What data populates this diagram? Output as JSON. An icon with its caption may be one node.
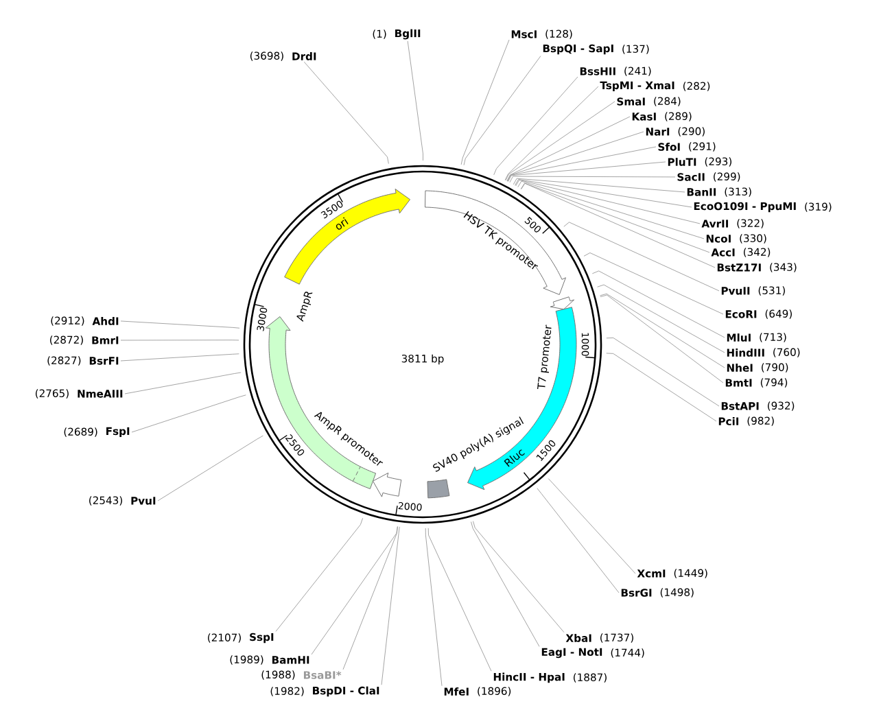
{
  "diagram": {
    "nodes": [
      {
        "text": [
          "BglII"
        ],
        "beside": [
          "(1)"
        ]
      },
      {
        "text": [
          "MscI"
        ],
        "beside": [
          "(128)"
        ]
      },
      {
        "text": [
          "BspQI - SapI"
        ],
        "beside": [
          "(137)"
        ]
      },
      {
        "text": [
          "BssHII"
        ],
        "beside": [
          "(241)"
        ]
      },
      {
        "text": [
          "TspMI - XmaI"
        ],
        "beside": [
          "(282)"
        ]
      },
      {
        "text": [
          "SmaI"
        ],
        "beside": [
          "(284)"
        ]
      },
      {
        "text": [
          "KasI"
        ],
        "beside": [
          "(289)"
        ]
      },
      {
        "text": [
          "NarI"
        ],
        "beside": [
          "(290)"
        ]
      },
      {
        "text": [
          "SfoI"
        ],
        "beside": [
          "(291)"
        ]
      },
      {
        "text": [
          "PluTI"
        ],
        "beside": [
          "(293)"
        ]
      },
      {
        "text": [
          "SacII"
        ],
        "beside": [
          "(299)"
        ]
      },
      {
        "text": [
          "BanII"
        ],
        "beside": [
          "(313)"
        ]
      },
      {
        "text": [
          "EcoO109I - PpuMI"
        ],
        "beside": [
          "(319)"
        ]
      },
      {
        "text": [
          "AvrII"
        ],
        "beside": [
          "(322)"
        ]
      },
      {
        "text": [
          "NcoI"
        ],
        "beside": [
          "(330)"
        ]
      },
      {
        "text": [
          "AccI"
        ],
        "beside": [
          "(342)"
        ]
      },
      {
        "text": [
          "BstZ17I"
        ],
        "beside": [
          "(343)"
        ]
      },
      {
        "text": [
          "PvuII"
        ],
        "beside": [
          "(531)"
        ]
      },
      {
        "text": [
          "EcoRI"
        ],
        "beside": [
          "(649)"
        ]
      },
      {
        "text": [
          "MluI"
        ],
        "beside": [
          "(713)"
        ]
      },
      {
        "text": [
          "HindIII"
        ],
        "beside": [
          "(760)"
        ]
      },
      {
        "text": [
          "NheI"
        ],
        "beside": [
          "(790)"
        ]
      },
      {
        "text": [
          "BmtI"
        ],
        "beside": [
          "(794)"
        ]
      },
      {
        "text": [
          "BstAPI"
        ],
        "beside": [
          "(932)"
        ]
      },
      {
        "text": [
          "PciI"
        ],
        "beside": [
          "(982)"
        ]
      },
      {
        "text": [
          "XcmI"
        ],
        "beside": [
          "(1449)"
        ]
      },
      {
        "text": [
          "BsrGI"
        ],
        "beside": [
          "(1498)"
        ]
      },
      {
        "text": [
          "XbaI"
        ],
        "beside": [
          "(1737)"
        ]
      },
      {
        "text": [
          "EagI - NotI"
        ],
        "beside": [
          "(1744)"
        ]
      },
      {
        "text": [
          "HincII - HpaI"
        ],
        "beside": [
          "(1887)"
        ]
      },
      {
        "text": [
          "MfeI"
        ],
        "beside": [
          "(1896)"
        ]
      },
      {
        "text": [
          "BspDI - ClaI"
        ],
        "beside": [
          "(1982)"
        ]
      },
      {
        "text": [
          "BsaBI*"
        ],
        "beside": [
          "(1988)"
        ]
      },
      {
        "text": [
          "BamHI"
        ],
        "beside": [
          "(1989)"
        ]
      },
      {
        "text": [
          "SspI"
        ],
        "beside": [
          "(2107)"
        ]
      },
      {
        "text": [
          "PvuI"
        ],
        "beside": [
          "(2543)"
        ]
      },
      {
        "text": [
          "FspI"
        ],
        "beside": [
          "(2689)"
        ]
      },
      {
        "text": [
          "NmeAIII"
        ],
        "beside": [
          "(2765)"
        ]
      },
      {
        "text": [
          "BsrFI"
        ],
        "beside": [
          "(2827)"
        ]
      },
      {
        "text": [
          "BmrI"
        ],
        "beside": [
          "(2872)"
        ]
      },
      {
        "text": [
          "AhdI"
        ],
        "beside": [
          "(2912)"
        ]
      },
      {
        "text": [
          "DrdI"
        ],
        "beside": [
          "(3698)"
        ]
      },
      {
        "text": [
          "HSV TK promoter"
        ]
      },
      {
        "text": [
          "T7 promoter"
        ]
      },
      {
        "text": [
          "Rluc"
        ]
      },
      {
        "text": [
          "SV40 poly(A) signal"
        ]
      },
      {
        "text": [
          "AmpR promoter"
        ]
      },
      {
        "text": [
          "AmpR"
        ]
      },
      {
        "text": [
          "ori"
        ]
      }
    ],
    "edges": [
      {
        "from": 0,
        "to": null,
        "arrow": "none"
      },
      {
        "from": 1,
        "to": null,
        "arrow": "none"
      },
      {
        "from": 2,
        "to": null,
        "arrow": "none"
      },
      {
        "from": 3,
        "to": null,
        "arrow": "none"
      },
      {
        "from": 4,
        "to": null,
        "arrow": "none"
      },
      {
        "from": 5,
        "to": null,
        "arrow": "none"
      },
      {
        "from": 6,
        "to": null,
        "arrow": "none"
      },
      {
        "from": 7,
        "to": null,
        "arrow": "none"
      },
      {
        "from": 8,
        "to": null,
        "arrow": "none"
      },
      {
        "from": 9,
        "to": null,
        "arrow": "none"
      },
      {
        "from": 10,
        "to": null,
        "arrow": "none"
      },
      {
        "from": 11,
        "to": null,
        "arrow": "none"
      },
      {
        "from": 12,
        "to": null,
        "arrow": "none"
      },
      {
        "from": 13,
        "to": null,
        "arrow": "none"
      },
      {
        "from": 14,
        "to": null,
        "arrow": "none"
      },
      {
        "from": 15,
        "to": null,
        "arrow": "none"
      },
      {
        "from": 16,
        "to": null,
        "arrow": "none"
      },
      {
        "from": 17,
        "to": null,
        "arrow": "none"
      },
      {
        "from": 18,
        "to": null,
        "arrow": "none"
      },
      {
        "from": 19,
        "to": null,
        "arrow": "none"
      },
      {
        "from": 20,
        "to": null,
        "arrow": "none"
      },
      {
        "from": 21,
        "to": null,
        "arrow": "none"
      },
      {
        "from": 22,
        "to": null,
        "arrow": "none"
      },
      {
        "from": 23,
        "to": null,
        "arrow": "none"
      },
      {
        "from": 24,
        "to": null,
        "arrow": "none"
      },
      {
        "from": 25,
        "to": null,
        "arrow": "none"
      },
      {
        "from": 26,
        "to": null,
        "arrow": "none"
      },
      {
        "from": 27,
        "to": null,
        "arrow": "none"
      },
      {
        "from": 28,
        "to": null,
        "arrow": "none"
      },
      {
        "from": 29,
        "to": null,
        "arrow": "none"
      },
      {
        "from": 30,
        "to": null,
        "arrow": "none"
      },
      {
        "from": 31,
        "to": null,
        "arrow": "none"
      },
      {
        "from": 32,
        "to": null,
        "arrow": "none"
      },
      {
        "from": 33,
        "to": null,
        "arrow": "none"
      },
      {
        "from": 34,
        "to": null,
        "arrow": "none"
      },
      {
        "from": 35,
        "to": null,
        "arrow": "none"
      },
      {
        "from": 36,
        "to": null,
        "arrow": "none"
      },
      {
        "from": 37,
        "to": null,
        "arrow": "none"
      },
      {
        "from": 38,
        "to": null,
        "arrow": "none"
      },
      {
        "from": 39,
        "to": null,
        "arrow": "none"
      },
      {
        "from": 40,
        "to": null,
        "arrow": "none"
      },
      {
        "from": 41,
        "to": null,
        "arrow": "none"
      }
    ],
    "labels": [
      "3811 bp",
      "500",
      "1000",
      "1500",
      "2000",
      "2500",
      "3000",
      "3500"
    ]
  }
}
